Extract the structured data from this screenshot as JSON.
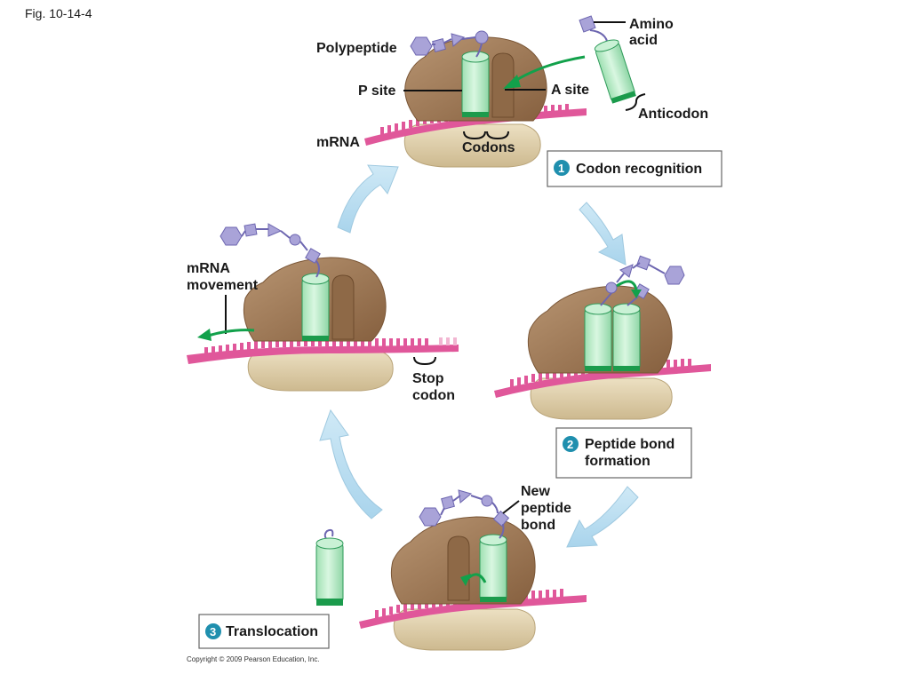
{
  "figure": {
    "label": "Fig. 10-14-4",
    "copyright": "Copyright © 2009 Pearson Education, Inc."
  },
  "labels": {
    "polypeptide": "Polypeptide",
    "amino_acid": [
      "Amino",
      "acid"
    ],
    "p_site": "P site",
    "a_site": "A site",
    "anticodon": "Anticodon",
    "mrna": "mRNA",
    "codons": "Codons",
    "mrna_movement": [
      "mRNA",
      "movement"
    ],
    "stop_codon": [
      "Stop",
      "codon"
    ],
    "new_peptide_bond": [
      "New",
      "peptide",
      "bond"
    ]
  },
  "steps": [
    {
      "number": "1",
      "lines": [
        "Codon recognition"
      ]
    },
    {
      "number": "2",
      "lines": [
        "Peptide bond",
        "formation"
      ]
    },
    {
      "number": "3",
      "lines": [
        "Translocation"
      ]
    }
  ],
  "colors": {
    "ribosome_large": "#a07c5a",
    "ribosome_small": "#dccba4",
    "mrna": "#e0579a",
    "trna": "#b8ecc6",
    "trna_stroke": "#2f9b5a",
    "anticodon": "#1b9b4c",
    "amino_acid": "#a9a3d8",
    "cycle_arrow": "#b9def0",
    "motion_arrow": "#12a14b",
    "step_badge": "#1f8fae"
  }
}
